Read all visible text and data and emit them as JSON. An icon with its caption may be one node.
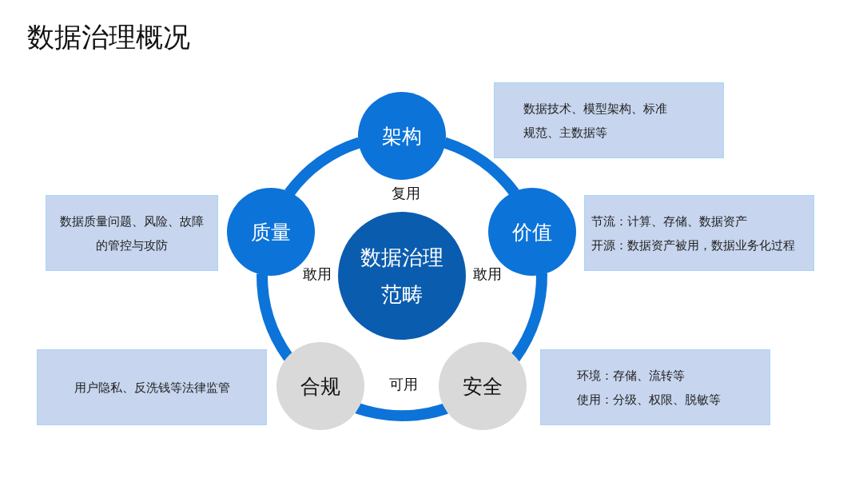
{
  "diagram": {
    "title": "数据治理概况",
    "nodes": [
      {
        "text": [
          "架构"
        ]
      },
      {
        "text": [
          "数据技术、模型架构、标准规范、主数据等"
        ]
      },
      {
        "text": [
          "质量"
        ]
      },
      {
        "text": [
          "数据质量问题、风险、故障的管控与攻防"
        ]
      },
      {
        "text": [
          "价值"
        ]
      },
      {
        "text": [
          "节流：计算、存储、数据资产",
          "开源：数据资产被用，数据业务化过程"
        ]
      },
      {
        "text": [
          "数据治理范畴"
        ]
      },
      {
        "text": [
          "合规"
        ]
      },
      {
        "text": [
          "用户隐私、反洗钱等法律监管"
        ]
      },
      {
        "text": [
          "安全"
        ]
      },
      {
        "text": [
          "环境：存储、流转等",
          "使用：分级、权限、脱敏等"
        ]
      }
    ],
    "edges": [
      {
        "from": 0,
        "to": 4,
        "arrow": "none"
      },
      {
        "from": 4,
        "to": 9,
        "arrow": "none"
      },
      {
        "from": 9,
        "to": 7,
        "arrow": "none"
      },
      {
        "from": 7,
        "to": 2,
        "arrow": "none"
      },
      {
        "from": 2,
        "to": 0,
        "arrow": "none"
      }
    ],
    "labels": [
      "复用",
      "敢用",
      "敢用",
      "可用"
    ]
  }
}
